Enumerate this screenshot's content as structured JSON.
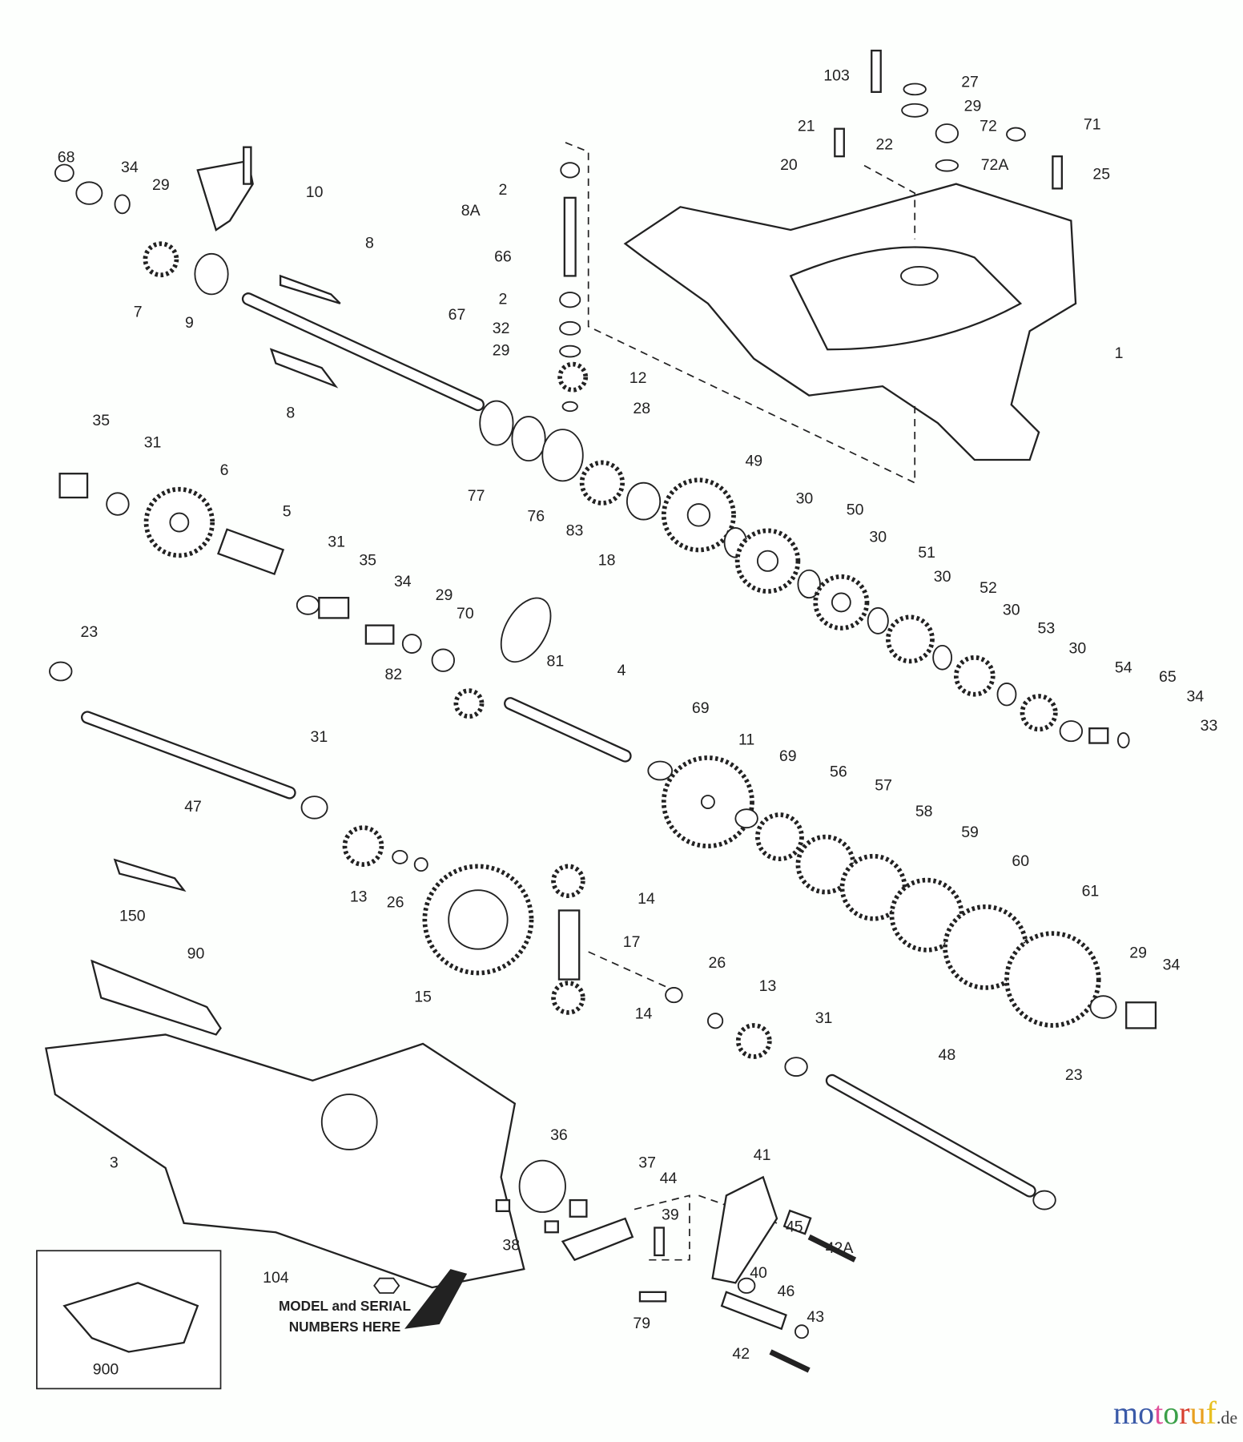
{
  "diagram": {
    "title": "Transaxle exploded parts diagram",
    "callouts": [
      "103",
      "27",
      "29",
      "21",
      "72",
      "71",
      "22",
      "20",
      "72A",
      "25",
      "68",
      "34",
      "29",
      "10",
      "2",
      "8A",
      "66",
      "8",
      "7",
      "9",
      "67",
      "2",
      "32",
      "29",
      "12",
      "28",
      "1",
      "8",
      "35",
      "31",
      "6",
      "77",
      "76",
      "83",
      "18",
      "49",
      "30",
      "50",
      "30",
      "51",
      "30",
      "52",
      "30",
      "53",
      "30",
      "54",
      "65",
      "34",
      "33",
      "5",
      "31",
      "35",
      "34",
      "29",
      "70",
      "81",
      "82",
      "4",
      "23",
      "69",
      "11",
      "31",
      "47",
      "69",
      "56",
      "57",
      "58",
      "59",
      "60",
      "61",
      "13",
      "26",
      "14",
      "150",
      "17",
      "90",
      "15",
      "26",
      "14",
      "13",
      "29",
      "34",
      "31",
      "48",
      "3",
      "36",
      "37",
      "44",
      "41",
      "39",
      "45",
      "42A",
      "23",
      "38",
      "40",
      "46",
      "43",
      "104",
      "79",
      "42",
      "900"
    ],
    "note_line1": "MODEL and SERIAL",
    "note_line2": "NUMBERS HERE"
  },
  "watermark": {
    "letters": [
      "m",
      "o",
      "t",
      "o",
      "r",
      "u",
      "f"
    ],
    "colors": [
      "#3a5aa8",
      "#3a5aa8",
      "#e0509a",
      "#3aa048",
      "#d84030",
      "#e8a020",
      "#e8c020"
    ],
    "tld": ".de"
  }
}
